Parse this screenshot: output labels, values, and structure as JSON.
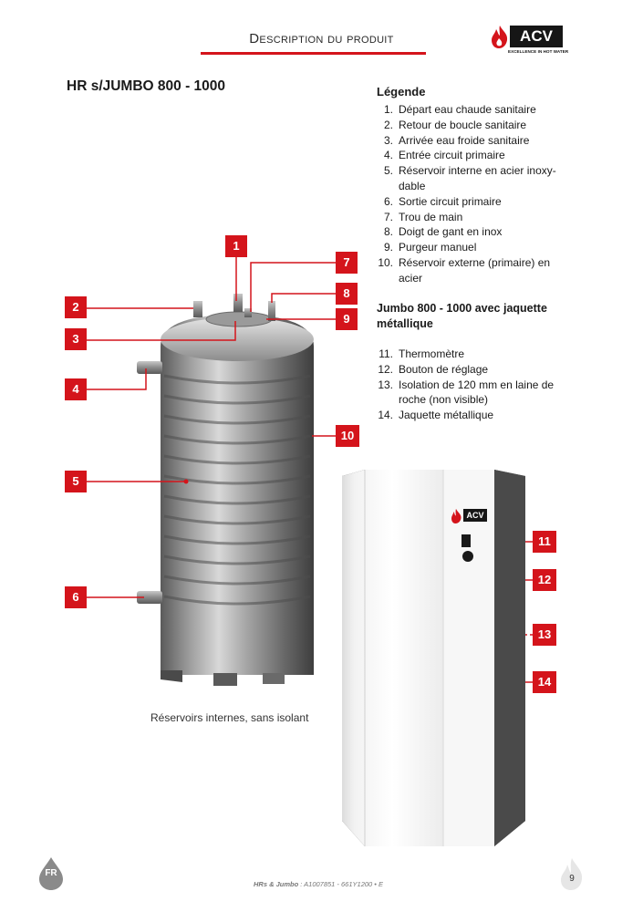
{
  "header": {
    "title": "Description du produit",
    "logo_text": "ACV",
    "logo_tagline": "EXCELLENCE IN HOT WATER"
  },
  "section_title": "HR s/JUMBO 800 - 1000",
  "legend": {
    "title": "Légende",
    "items": [
      {
        "num": "1.",
        "text": "Départ eau chaude sanitaire"
      },
      {
        "num": "2.",
        "text": "Retour de boucle sanitaire"
      },
      {
        "num": "3.",
        "text": "Arrivée eau froide sanitaire"
      },
      {
        "num": "4.",
        "text": "Entrée circuit primaire"
      },
      {
        "num": "5.",
        "text": "Réservoir interne en acier inoxy-dable"
      },
      {
        "num": "6.",
        "text": "Sortie circuit primaire"
      },
      {
        "num": "7.",
        "text": "Trou de main"
      },
      {
        "num": "8.",
        "text": "Doigt de gant en inox"
      },
      {
        "num": "9.",
        "text": "Purgeur manuel"
      },
      {
        "num": "10.",
        "text": "Réservoir externe (primaire) en acier"
      }
    ],
    "jumbo_title": "Jumbo 800 - 1000 avec jaquette métallique",
    "jumbo_items": [
      {
        "num": "11.",
        "text": "Thermomètre"
      },
      {
        "num": "12.",
        "text": "Bouton de réglage"
      },
      {
        "num": "13.",
        "text": "Isolation de 120 mm en laine de roche (non visible)"
      },
      {
        "num": "14.",
        "text": "Jaquette métallique"
      }
    ]
  },
  "tank_caption": "Réservoirs internes, sans isolant",
  "callouts": [
    "1",
    "2",
    "3",
    "4",
    "5",
    "6",
    "7",
    "8",
    "9",
    "10",
    "11",
    "12",
    "13",
    "14"
  ],
  "jacket_logo_text": "ACV",
  "footer": {
    "lang": "FR",
    "doc_name": "HRs & Jumbo",
    "doc_ref": " : A1007851 - 661Y1200 • E",
    "page": "9"
  },
  "colors": {
    "accent": "#d4141b",
    "dark": "#161616"
  }
}
